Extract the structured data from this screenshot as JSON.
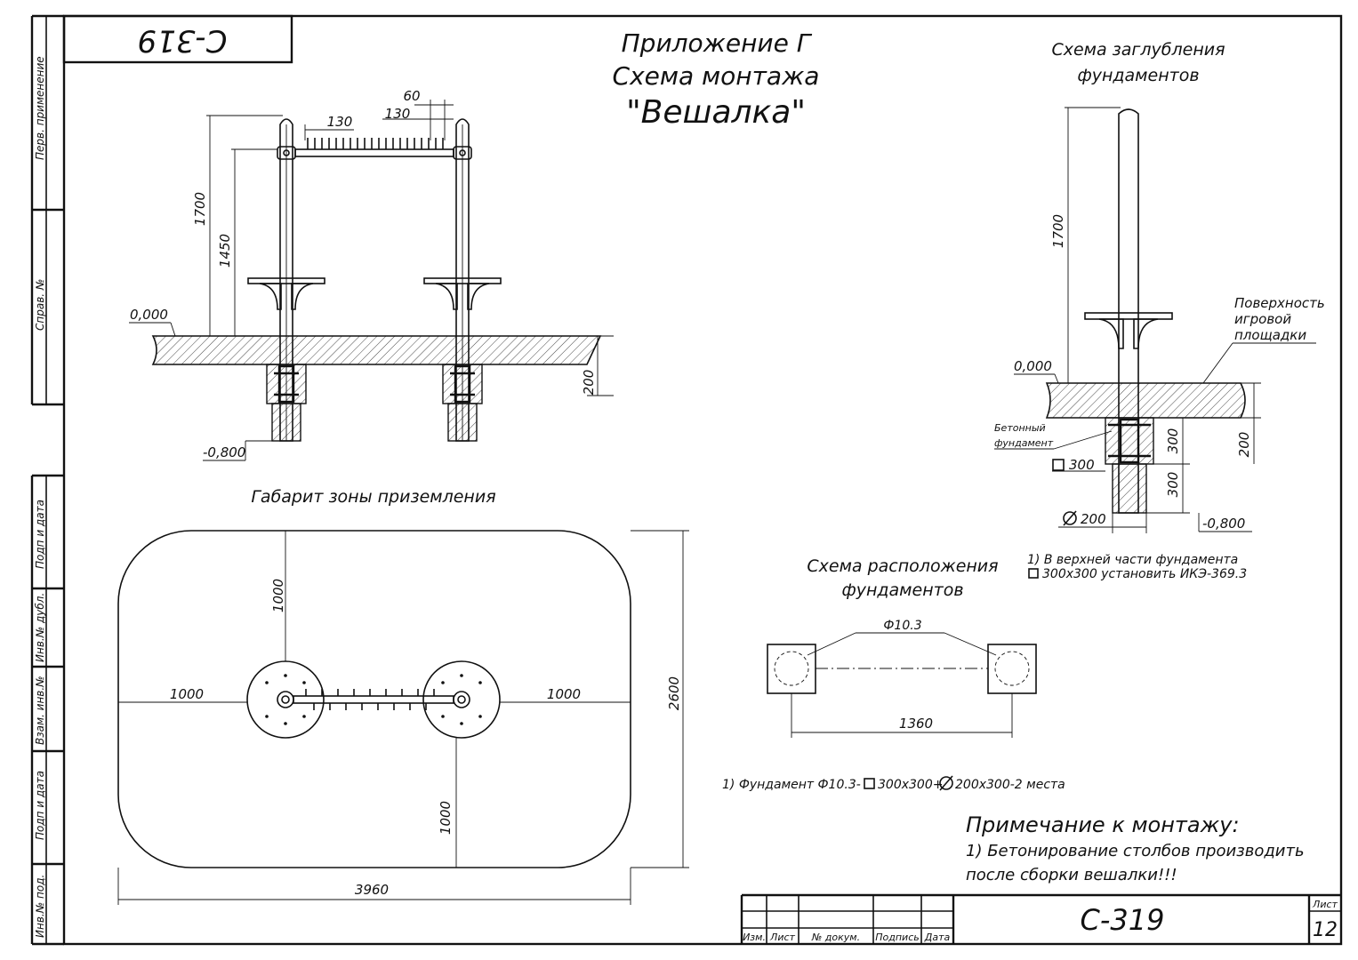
{
  "sheet": {
    "code_rotated": "C-319",
    "side_labels": [
      "Перв. применение",
      "Справ. №",
      "Подп и дата",
      "Инв.№ дубл.",
      "Взам. инв.№",
      "Подп и дата",
      "Инв.№ под."
    ]
  },
  "header": {
    "line1": "Приложение Г",
    "line2": "Схема монтажа",
    "line3": "\"Вешалка\""
  },
  "front_view": {
    "dim_60": "60",
    "dim_130_a": "130",
    "dim_130_b": "130",
    "dim_1700": "1700",
    "dim_1450": "1450",
    "level_zero": "0,000",
    "level_bottom": "-0,800",
    "dim_200": "200"
  },
  "zone": {
    "title": "Габарит зоны приземления",
    "dim_top": "1000",
    "dim_left": "1000",
    "dim_right": "1000",
    "dim_bottom": "1000",
    "dim_height": "2600",
    "dim_width": "3960"
  },
  "depth_scheme": {
    "title_line1": "Схема заглубления",
    "title_line2": "фундаментов",
    "dim_1700": "1700",
    "surface_line1": "Поверхность",
    "surface_line2": "игровой",
    "surface_line3": "площадки",
    "level_zero": "0,000",
    "concrete_line1": "Бетонный",
    "concrete_line2": "фундамент",
    "square_300": "300",
    "dim_300_a": "300",
    "dim_300_b": "300",
    "dim_200": "200",
    "diam_200": "200",
    "level_bottom": "-0,800",
    "note_line1": "1) В верхней части фундамента",
    "note_line2": "300х300 установить ИКЭ-369.3"
  },
  "layout_scheme": {
    "title_line1": "Схема расположения",
    "title_line2": "фундаментов",
    "label": "Ф10.3",
    "dim_1360": "1360",
    "note_a": "1) Фундамент Ф10.3-",
    "note_b": "300х300+",
    "note_c": "200х300-2 места"
  },
  "notes": {
    "title": "Примечание к монтажу:",
    "line1": "1) Бетонирование столбов производить",
    "line2": "после сборки вешалки!!!"
  },
  "title_block": {
    "col_izm": "Изм.",
    "col_list": "Лист",
    "col_doc": "№ докум.",
    "col_sign": "Подпись",
    "col_date": "Дата",
    "code": "C-319",
    "sheet_label": "Лист",
    "sheet_no": "12"
  }
}
